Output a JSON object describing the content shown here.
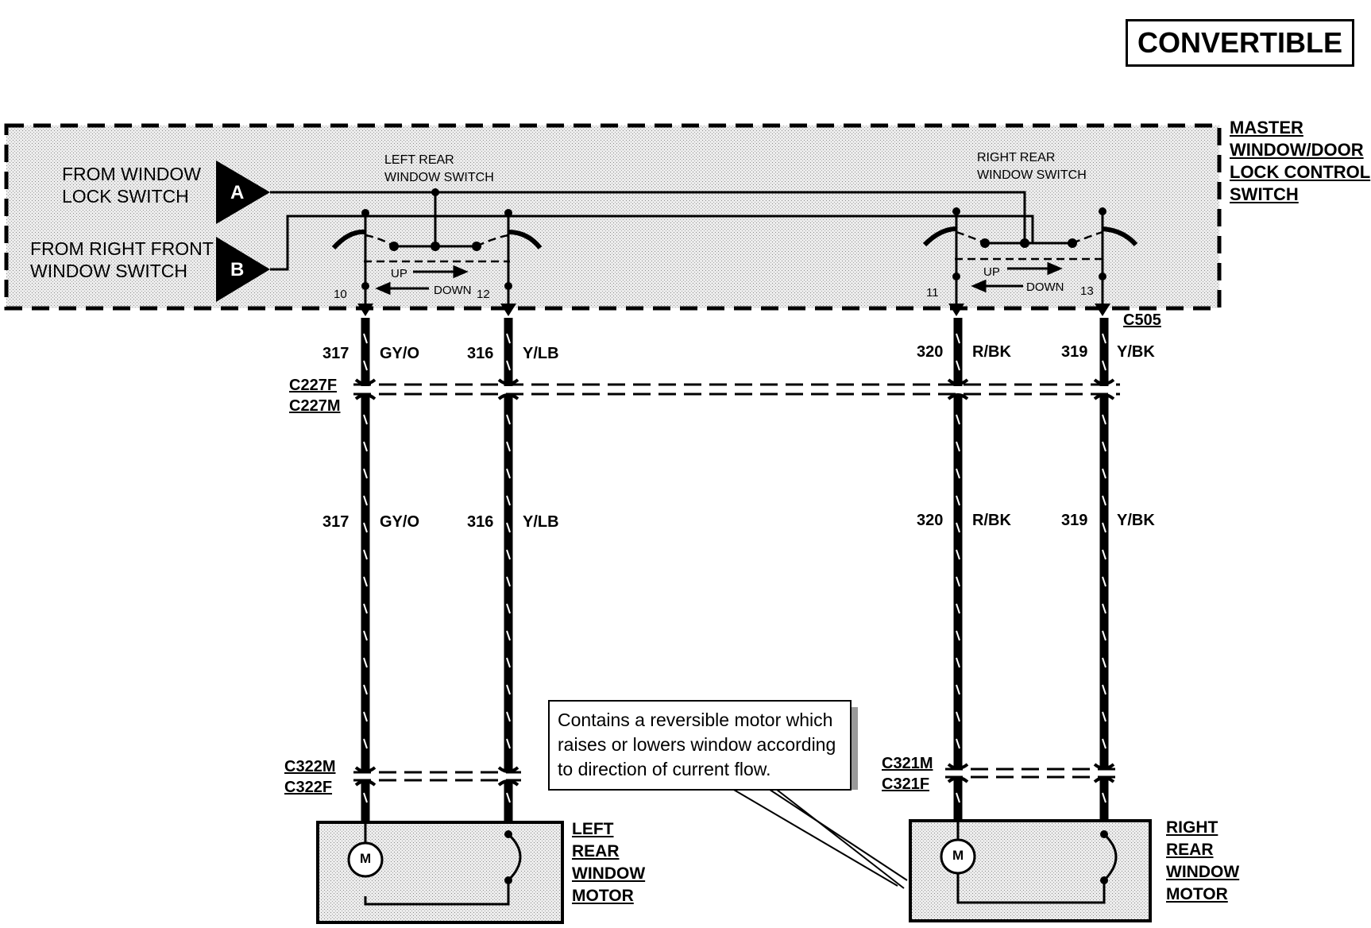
{
  "badge": "CONVERTIBLE",
  "module": {
    "name_lines": [
      "MASTER",
      "WINDOW/DOOR",
      "LOCK CONTROL",
      "SWITCH"
    ]
  },
  "inputs": {
    "a": {
      "letter": "A",
      "label_lines": [
        "FROM WINDOW",
        "LOCK SWITCH"
      ]
    },
    "b": {
      "letter": "B",
      "label_lines": [
        "FROM RIGHT FRONT",
        "WINDOW SWITCH"
      ]
    }
  },
  "switches": {
    "left": {
      "label_lines": [
        "LEFT REAR",
        "WINDOW SWITCH"
      ],
      "up": "UP",
      "down": "DOWN",
      "pin_left": "10",
      "pin_right": "12"
    },
    "right": {
      "label_lines": [
        "RIGHT REAR",
        "WINDOW SWITCH"
      ],
      "up": "UP",
      "down": "DOWN",
      "pin_left": "11",
      "pin_right": "13"
    }
  },
  "connectors": {
    "c505": "C505",
    "c227f": "C227F",
    "c227m": "C227M",
    "c322m": "C322M",
    "c322f": "C322F",
    "c321m": "C321M",
    "c321f": "C321F"
  },
  "wires": [
    {
      "circuit": "317",
      "color": "GY/O"
    },
    {
      "circuit": "316",
      "color": "Y/LB"
    },
    {
      "circuit": "320",
      "color": "R/BK"
    },
    {
      "circuit": "319",
      "color": "Y/BK"
    }
  ],
  "motors": {
    "left": {
      "symbol": "M",
      "label_lines": [
        "LEFT",
        "REAR",
        "WINDOW",
        "MOTOR"
      ]
    },
    "right": {
      "symbol": "M",
      "label_lines": [
        "RIGHT",
        "REAR",
        "WINDOW",
        "MOTOR"
      ]
    }
  },
  "note_lines": [
    "Contains a reversible motor which",
    "raises or lowers window according",
    "to direction of current flow."
  ]
}
